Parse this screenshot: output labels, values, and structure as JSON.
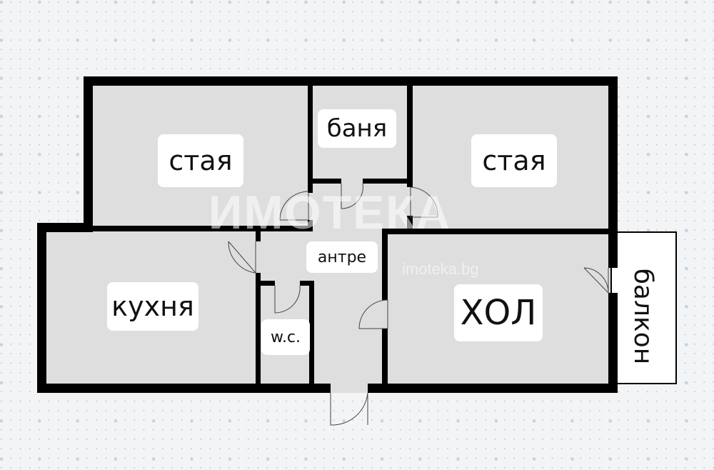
{
  "rooms": {
    "room1": "стая",
    "bathroom": "баня",
    "room2": "стая",
    "hallway": "антре",
    "kitchen": "кухня",
    "wc": "w.c.",
    "living": "хол",
    "balcony": "балкон"
  },
  "watermark": {
    "brand": "ИМОТЕКА",
    "url": "imoteka.bg"
  },
  "colors": {
    "background": "#f3f4f6",
    "room_fill": "#dedede",
    "wall": "#000000",
    "dot": "#c3d3e6"
  }
}
